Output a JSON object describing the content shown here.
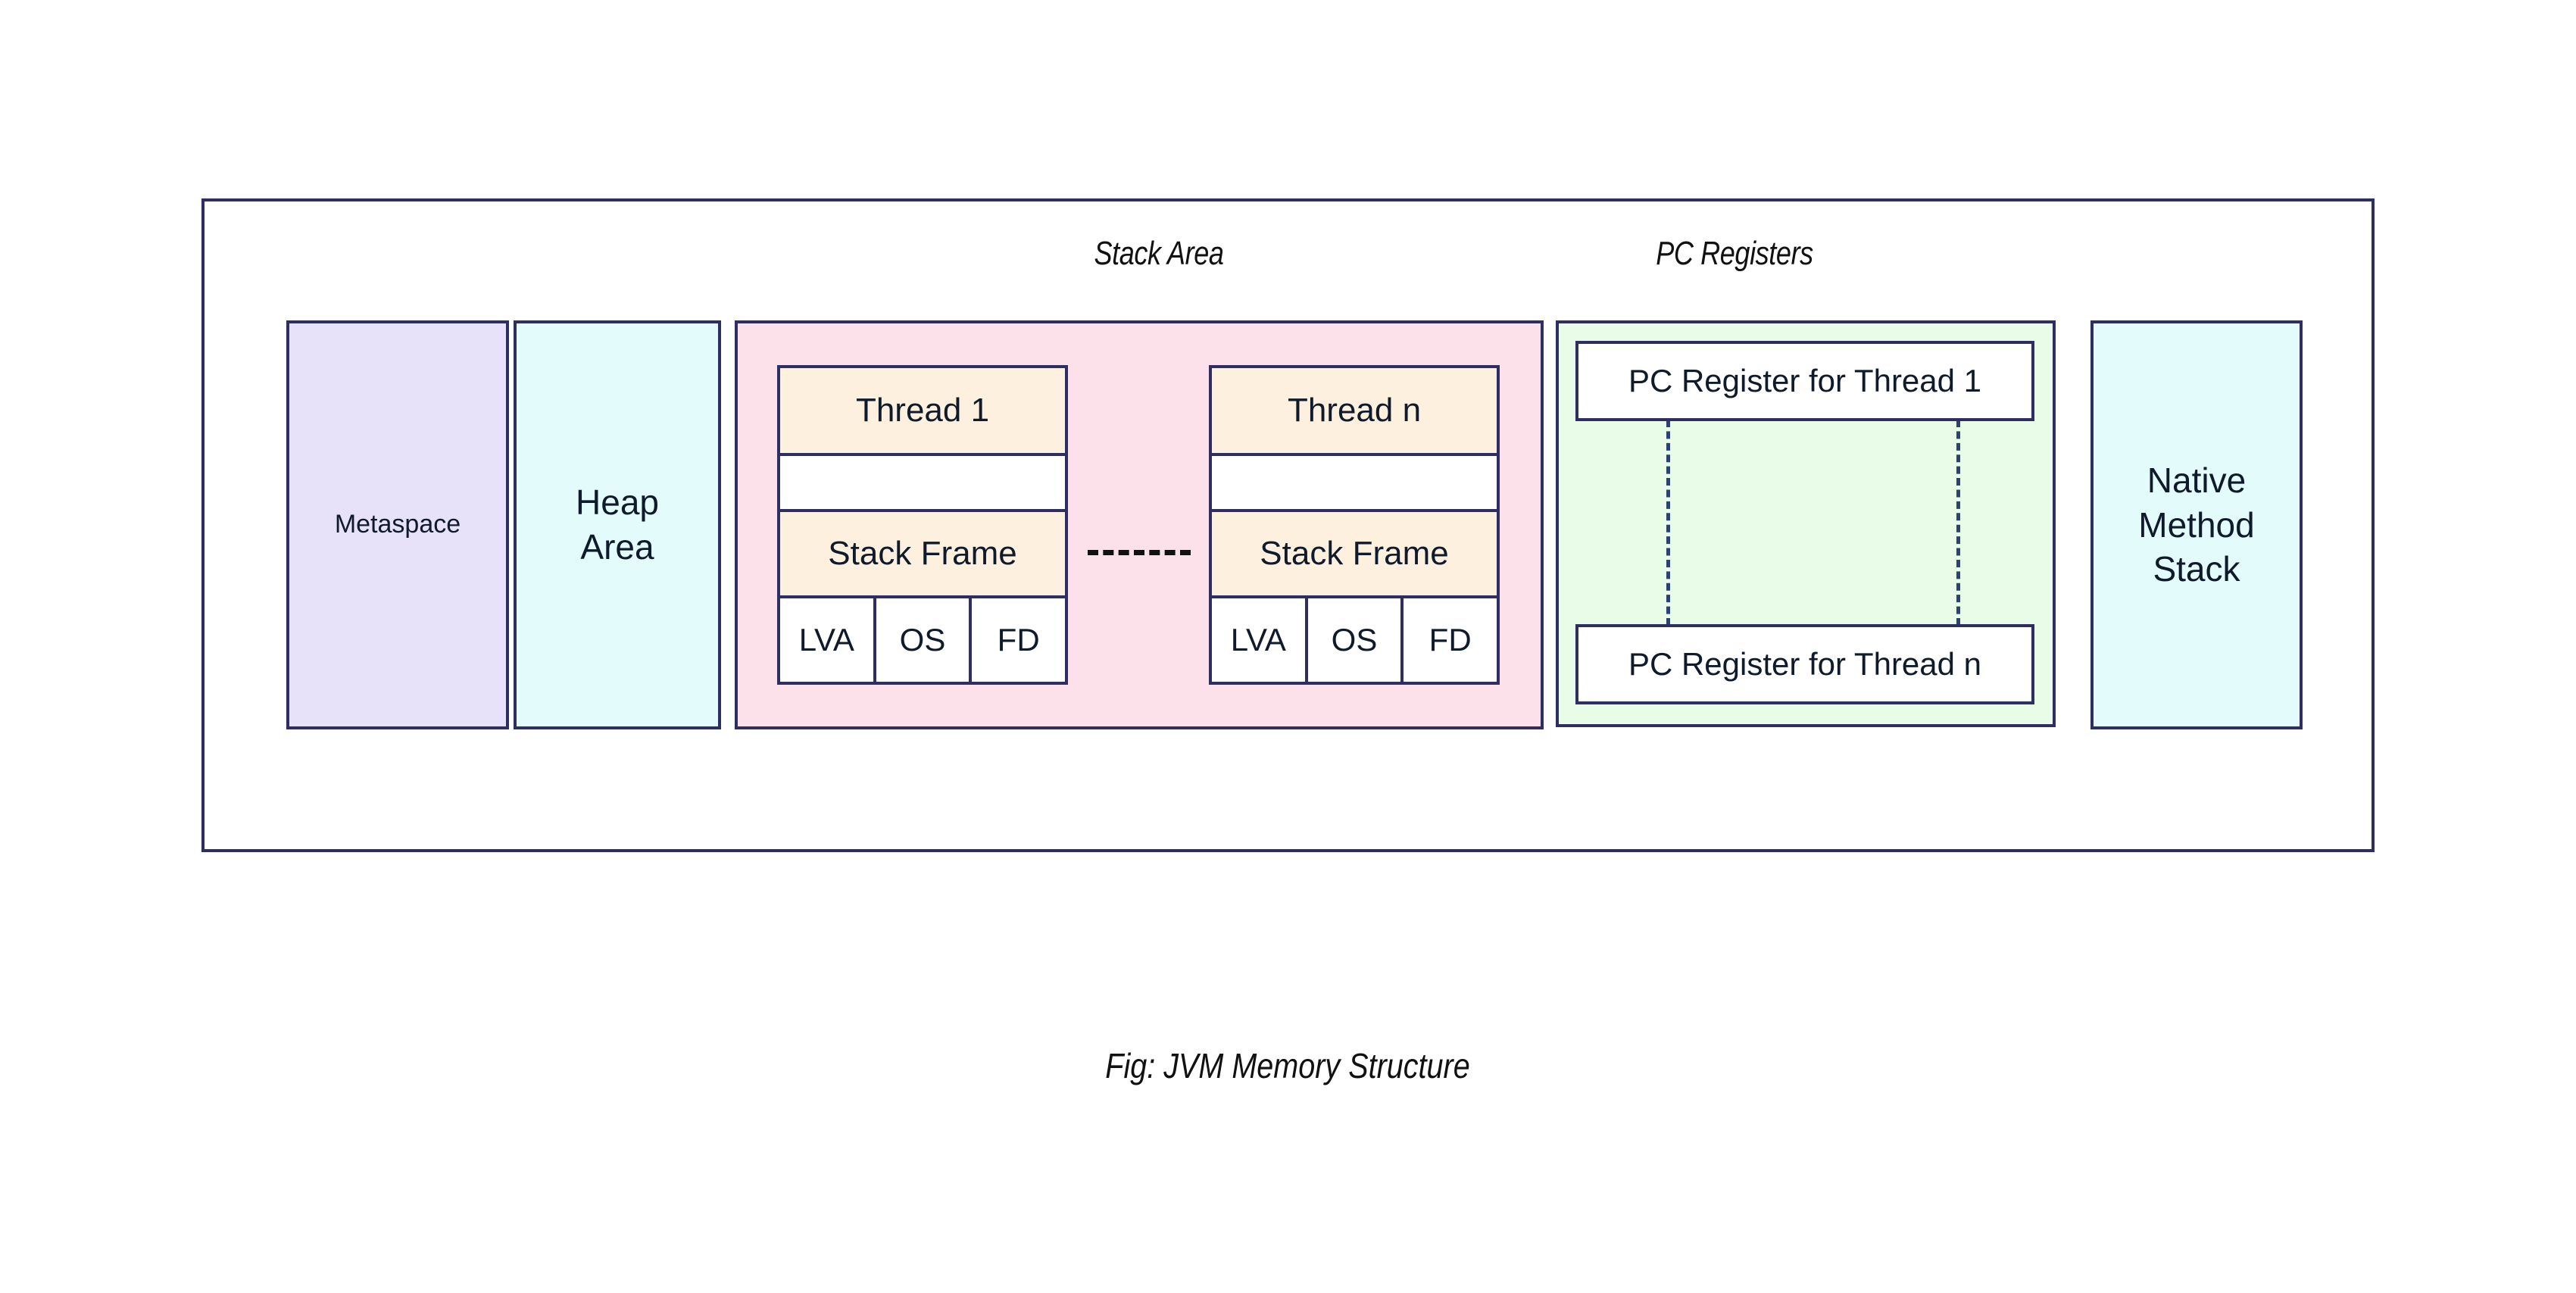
{
  "diagram": {
    "caption": "Fig: JVM Memory Structure",
    "colors": {
      "outline": "#2e2e63",
      "metaspace_fill": "#e7e2fa",
      "heap_fill": "#e3fbfb",
      "stack_area_fill": "#fde1ea",
      "pc_registers_fill": "#e8fce8",
      "native_method_stack_fill": "#e3fbfb",
      "thread_header_fill": "#fdf0df",
      "box_fill": "#ffffff",
      "dash_color": "#111111"
    },
    "section_titles": {
      "stack_area": "Stack Area",
      "pc_registers": "PC Registers"
    },
    "regions": {
      "metaspace": "Metaspace",
      "heap_area": "Heap\nArea",
      "heap_area_line1": "Heap",
      "heap_area_line2": "Area",
      "native_method_stack_line1": "Native",
      "native_method_stack_line2": "Method",
      "native_method_stack_line3": "Stack"
    },
    "stack_area": {
      "threads": [
        {
          "header": "Thread 1",
          "stack_frame": "Stack Frame",
          "frame_parts": [
            "LVA",
            "OS",
            "FD"
          ]
        },
        {
          "header": "Thread n",
          "stack_frame": "Stack Frame",
          "frame_parts": [
            "LVA",
            "OS",
            "FD"
          ]
        }
      ],
      "connector": "-------"
    },
    "pc_registers": {
      "first": "PC Register for Thread 1",
      "last": "PC Register for Thread n"
    }
  }
}
